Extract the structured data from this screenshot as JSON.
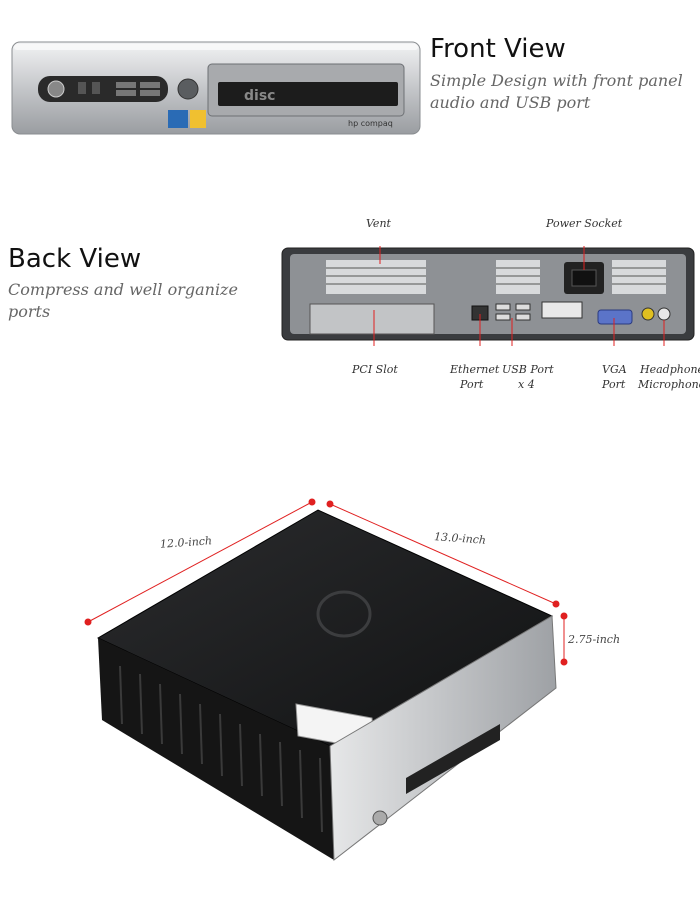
{
  "front": {
    "heading": "Front View",
    "description_line1": "Simple Design with front panel",
    "description_line2": "audio and USB port",
    "disc_logo": "disc",
    "brand": "hp compaq"
  },
  "back": {
    "heading": "Back View",
    "description_line1": "Compress and well organize",
    "description_line2": "ports",
    "callouts": {
      "vent": "Vent",
      "power_socket": "Power Socket",
      "pci_slot": "PCI Slot",
      "ethernet_1": "Ethernet",
      "ethernet_2": "Port",
      "usb_1": "USB Port",
      "usb_2": "x 4",
      "vga_1": "VGA",
      "vga_2": "Port",
      "audio_1": "Headphone",
      "audio_2": "Microphone"
    }
  },
  "dimensions": {
    "depth": "12.0-inch",
    "width": "13.0-inch",
    "height": "2.75-inch"
  },
  "colors": {
    "accent_red": "#e02020",
    "chassis_silver": "#c8cacc",
    "chassis_black": "#1a1a1a"
  }
}
